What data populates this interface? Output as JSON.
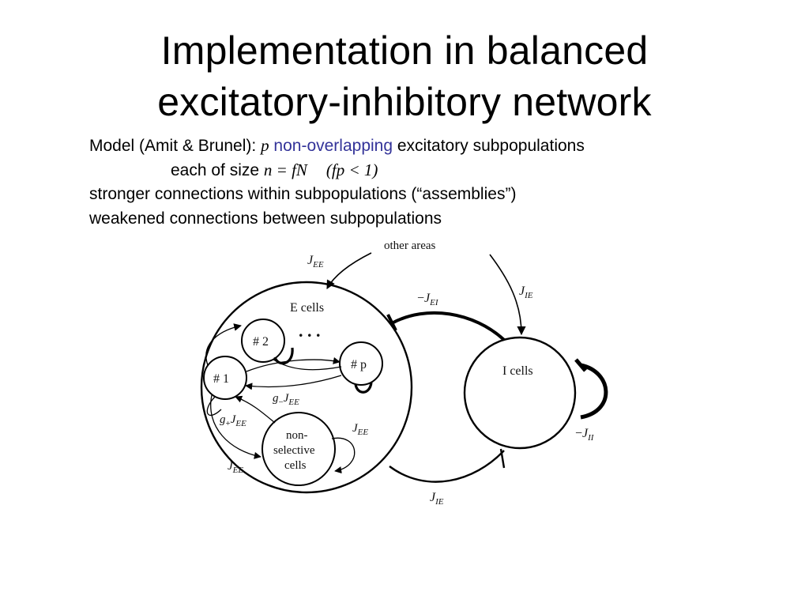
{
  "slide": {
    "title_line_1": "Implementation in balanced",
    "title_line_2": "excitatory-inhibitory network",
    "body": {
      "line1_prefix": "Model (Amit & Brunel): ",
      "line1_var": "p",
      "line1_accent": "non-overlapping",
      "line1_suffix": " excitatory subpopulations",
      "line2_prefix": "each of size ",
      "line2_math": "n = fN",
      "line2_cond": "(fp < 1)",
      "line3": "stronger connections within subpopulations (“assemblies”)",
      "line4": "weakened connections between subpopulations"
    },
    "accent_color": "#333399"
  },
  "diagram": {
    "other_areas": "other areas",
    "e_cells": "E cells",
    "i_cells": "I cells",
    "pop_1": "# 1",
    "pop_2": "# 2",
    "pop_p": "# p",
    "ellipsis": ". . .",
    "nonselective_1": "non-",
    "nonselective_2": "selective",
    "nonselective_3": "cells",
    "j_ee": "J",
    "j_sub_ee": "EE",
    "j_sub_ei": "EI",
    "j_sub_ie": "IE",
    "j_sub_ii": "II",
    "minus": "−",
    "g_minus": "g",
    "g_minus_sub": "−",
    "g_plus": "g",
    "g_plus_sub": "+"
  }
}
